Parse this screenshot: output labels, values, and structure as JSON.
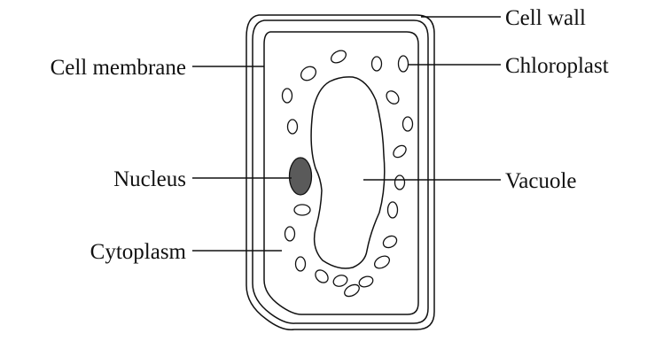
{
  "diagram": {
    "labels": {
      "cell_wall": "Cell wall",
      "cell_membrane": "Cell membrane",
      "chloroplast": "Chloroplast",
      "nucleus": "Nucleus",
      "vacuole": "Vacuole",
      "cytoplasm": "Cytoplasm"
    },
    "colors": {
      "line": "#111111",
      "nucleus_fill": "#5a5a5a",
      "background": "#ffffff"
    }
  }
}
